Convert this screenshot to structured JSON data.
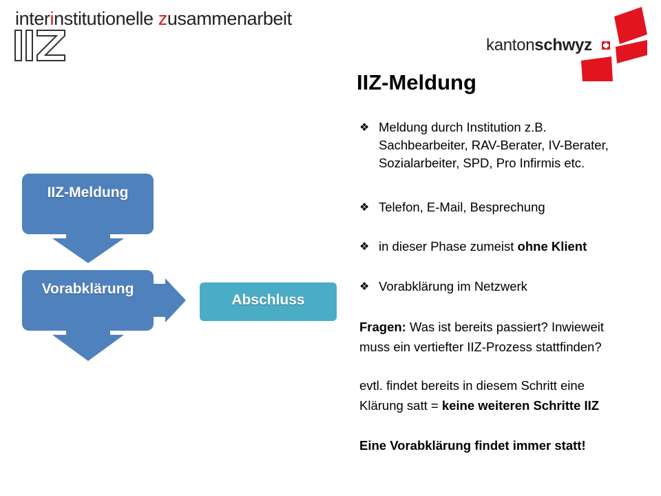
{
  "header": {
    "brand_pre": "inter",
    "brand_i": "i",
    "brand_mid": "nstitutionelle ",
    "brand_z": "z",
    "brand_post": "usammenarbeit",
    "iiz_mark_icon": "iiz-outline-lettering",
    "kanton_regular": "kanton",
    "kanton_bold": "schwyz",
    "kanton_logo_icon": "schwyz-flag-cross-logo"
  },
  "colors": {
    "brand_red": "#d7191c",
    "box_blue": "#4f81bd",
    "box_teal": "#4bacc6",
    "arrow_blue": "#4f81bd"
  },
  "diagram": {
    "box_meldung": "IIZ-Meldung",
    "box_vorab": "Vorabklärung",
    "box_abschluss": "Abschluss"
  },
  "content": {
    "title": "IIZ-Meldung",
    "bullet_symbol": "❖",
    "bullet1_line1": "Meldung durch Institution z.B.",
    "bullet1_line2": "Sachbearbeiter, RAV-Berater, IV-Berater,",
    "bullet1_line3": "Sozialarbeiter, SPD, Pro Infirmis etc.",
    "bullet2": "Telefon, E-Mail, Besprechung",
    "bullet3_pre": "in dieser Phase zumeist ",
    "bullet3_bold": "ohne Klient",
    "bullet4": "Vorabklärung im Netzwerk",
    "fragen_label": "Fragen:",
    "fragen_line1": " Was ist bereits passiert? Inwieweit",
    "fragen_line2": "muss ein vertiefter IIZ-Prozess stattfinden?",
    "evtl_line1": "evtl. findet bereits in diesem Schritt eine",
    "evtl_line2_pre": "Klärung satt = ",
    "evtl_line2_bold": "keine weiteren Schritte IIZ",
    "closing": "Eine Vorabklärung findet immer statt!"
  }
}
